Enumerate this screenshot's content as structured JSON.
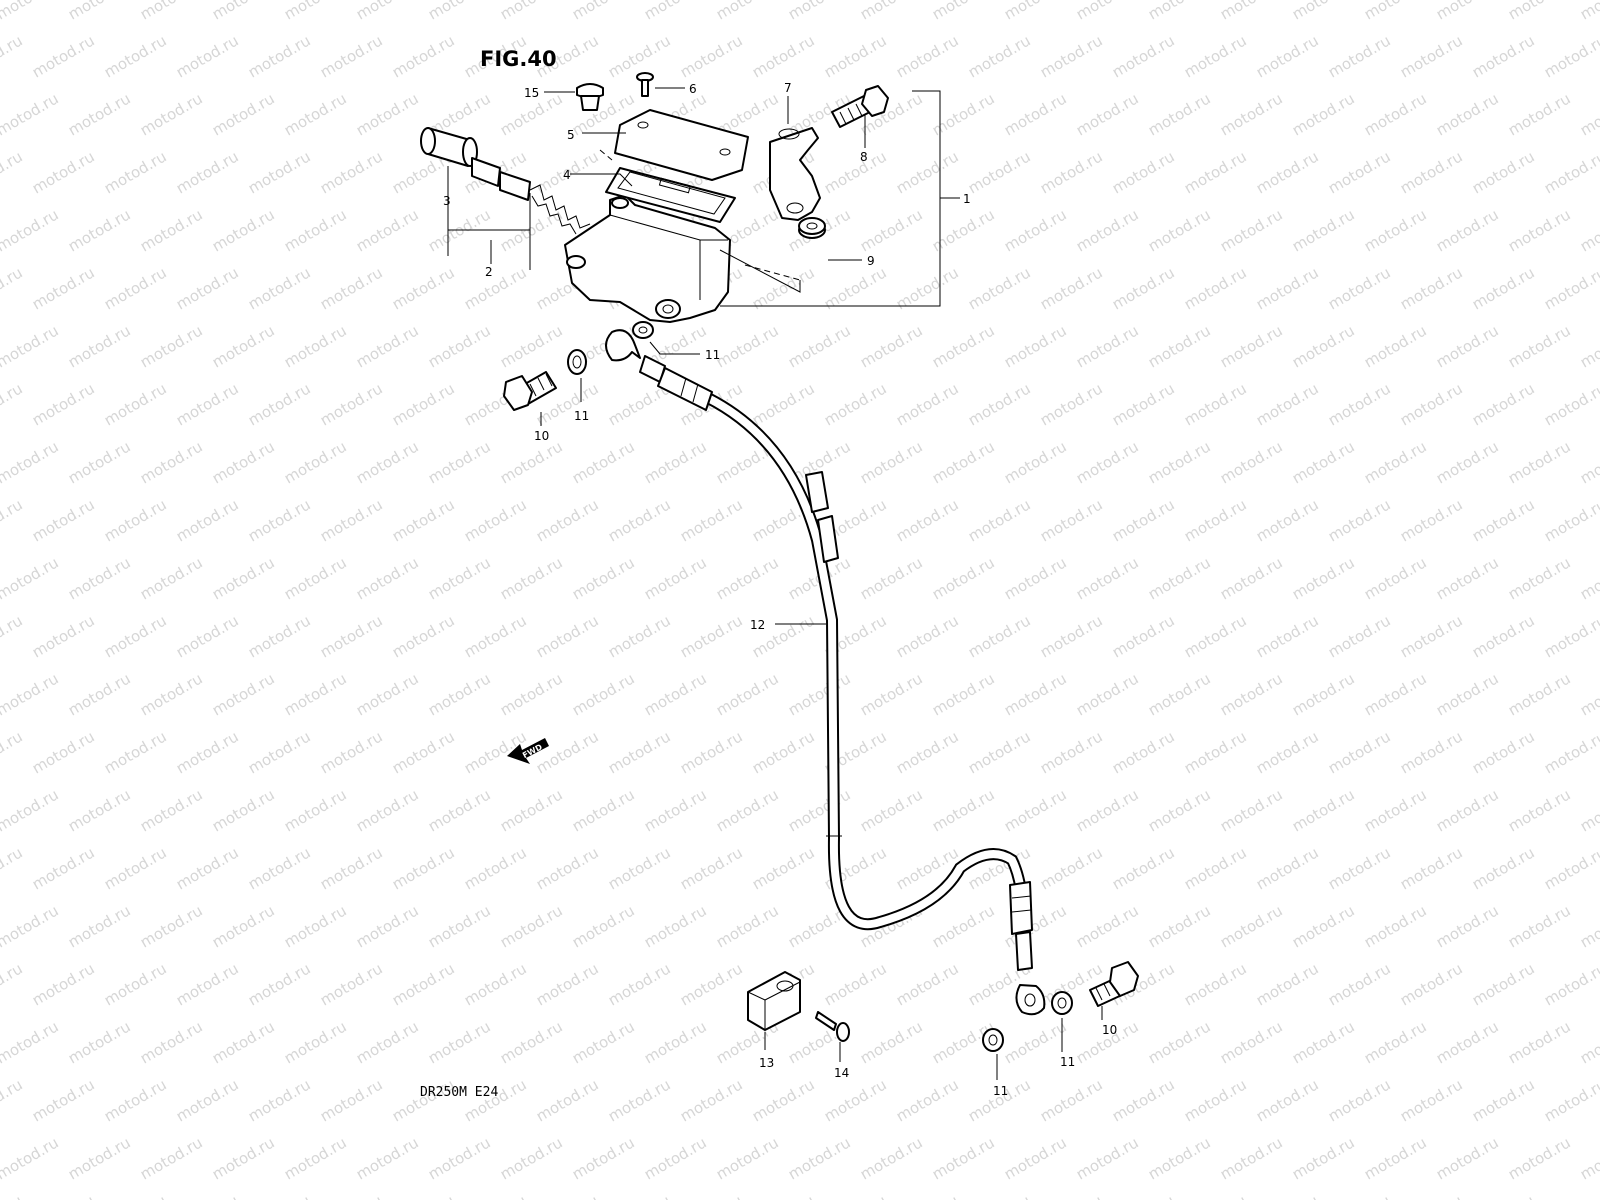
{
  "figure": {
    "title": "FIG.40",
    "model_code": "DR250M  E24",
    "fwd_label": "FWD",
    "watermark": "motod.ru"
  },
  "callouts": {
    "c1": "1",
    "c2": "2",
    "c3": "3",
    "c4": "4",
    "c5": "5",
    "c6": "6",
    "c7": "7",
    "c8": "8",
    "c9": "9",
    "c10a": "10",
    "c10b": "10",
    "c11a": "11",
    "c11b": "11",
    "c11c": "11",
    "c11d": "11",
    "c12": "12",
    "c13": "13",
    "c14": "14",
    "c15": "15"
  }
}
